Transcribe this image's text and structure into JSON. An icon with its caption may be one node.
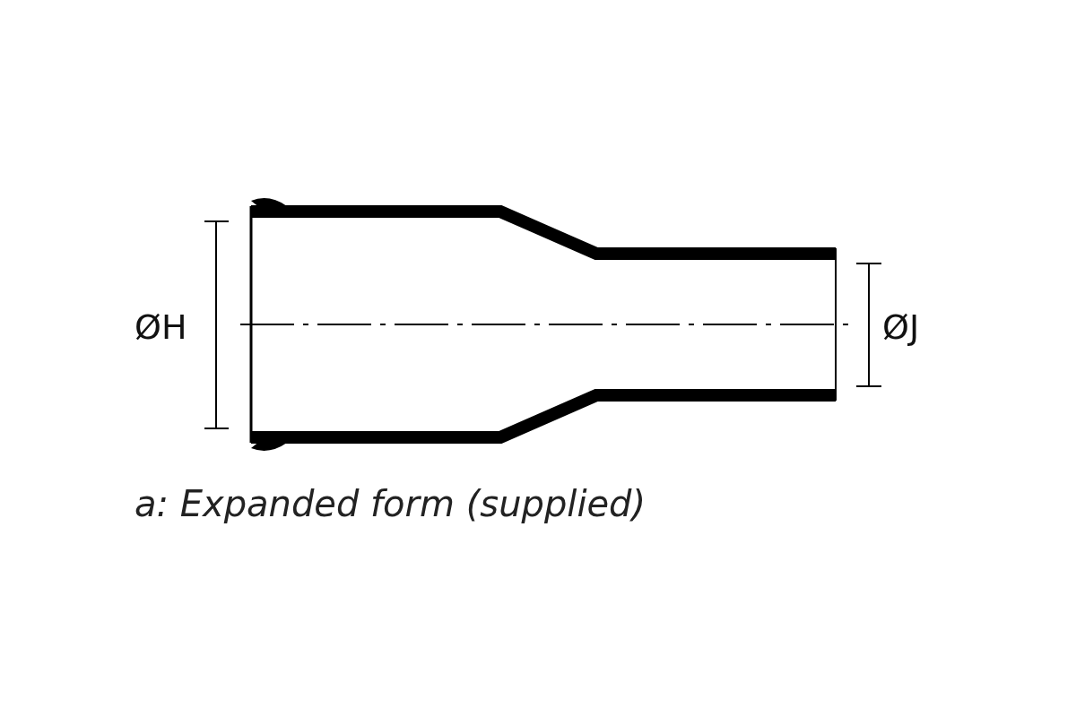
{
  "diagram": {
    "caption": "a: Expanded form (supplied)",
    "labels": [
      "ØH",
      "ØJ"
    ]
  }
}
